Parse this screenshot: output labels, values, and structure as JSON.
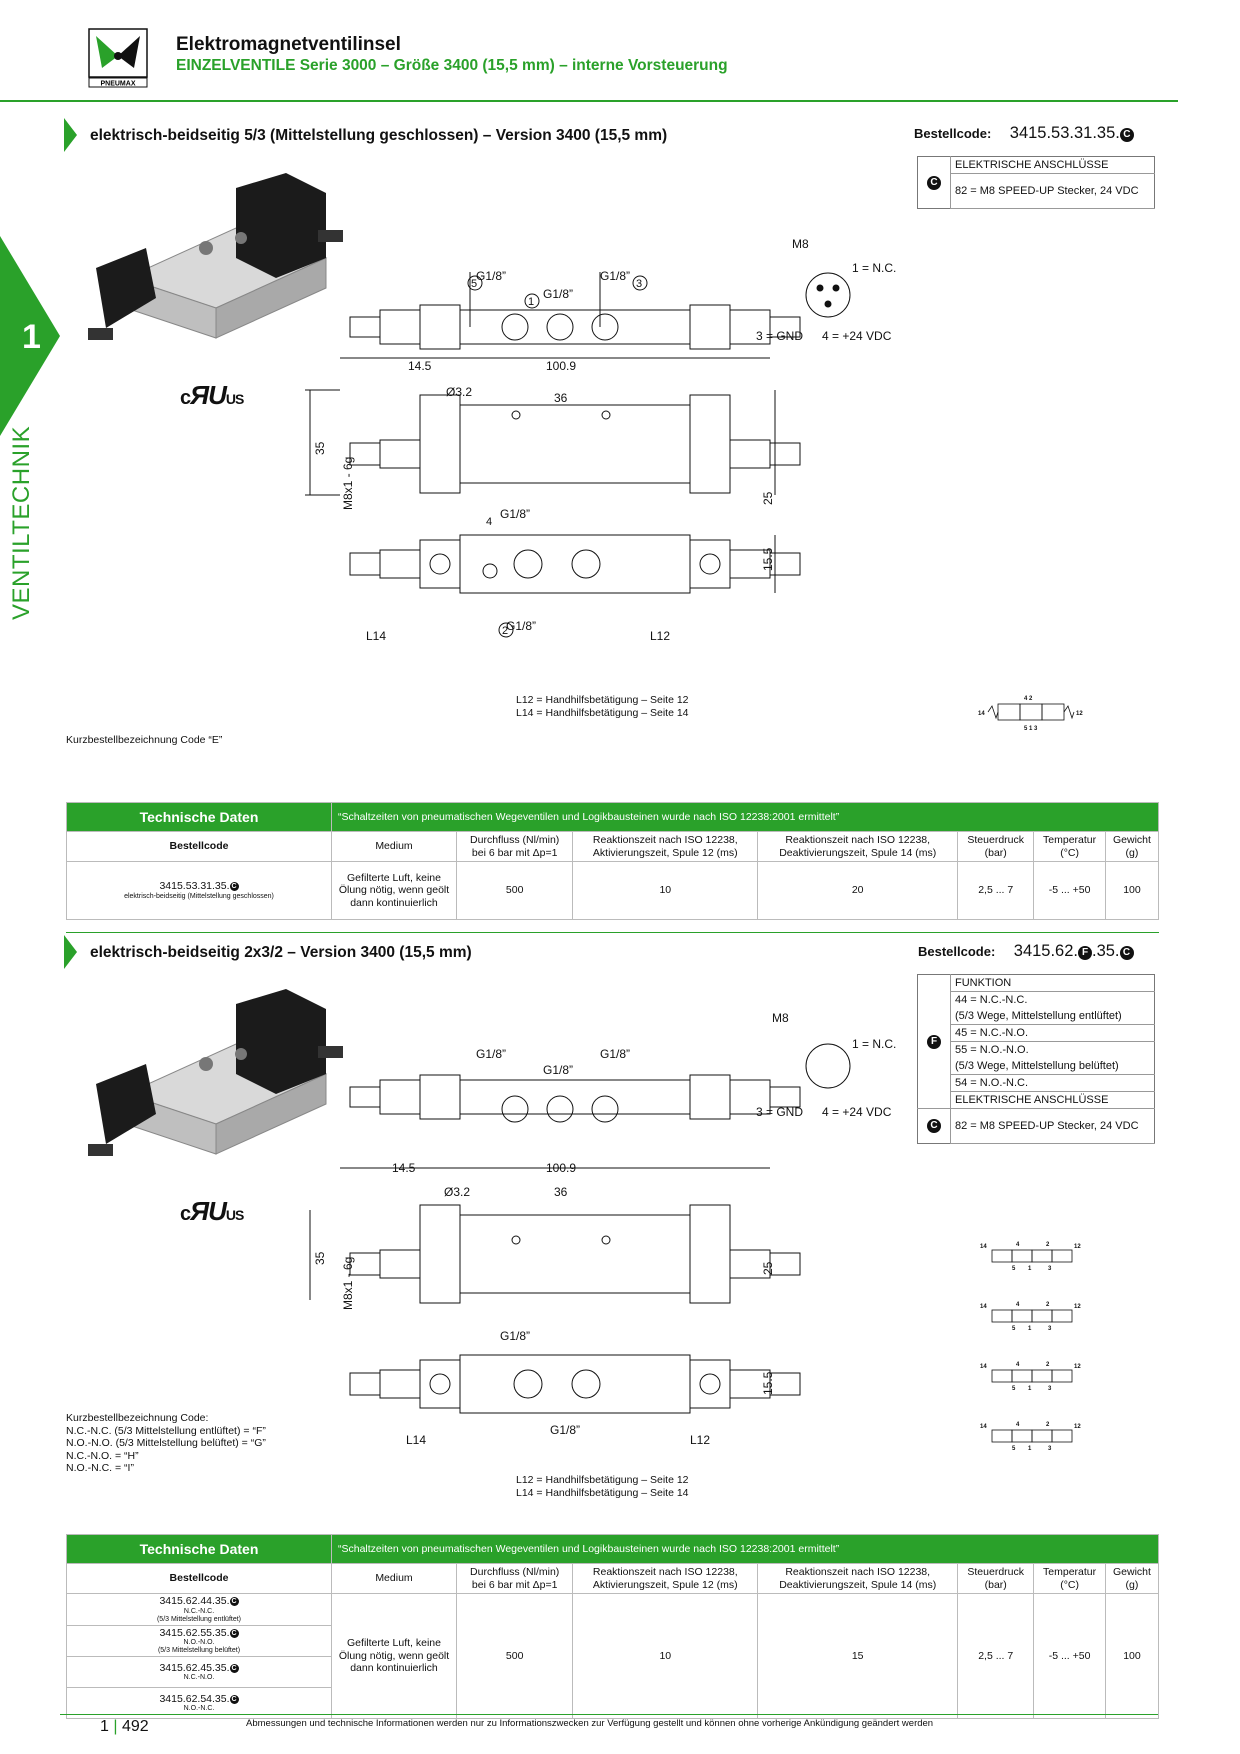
{
  "header": {
    "title": "Elektromagnetventilinsel",
    "subtitle": "EINZELVENTILE Serie 3000 – Größe 3400 (15,5 mm) – interne Vorsteuerung",
    "logo_text": "PNEUMAX"
  },
  "sidebar": {
    "chapter": "1",
    "label": "VENTILTECHNIK"
  },
  "colors": {
    "accent": "#2aa12a"
  },
  "section1": {
    "title": "elektrisch-beidseitig 5/3 (Mittelstellung geschlossen) – Version 3400 (15,5 mm)",
    "bestell_label": "Bestellcode:",
    "bestell_code": "3415.53.31.35.",
    "code_badge": "C",
    "codebox": {
      "c_header": "ELEKTRISCHE ANSCHLÜSSE",
      "c_value": "82 = M8 SPEED-UP Stecker, 24 VDC"
    },
    "cert": "c RU US",
    "connector": {
      "m8": "M8",
      "pin1": "1 = N.C.",
      "pin3": "3 = GND",
      "pin4": "4 = +24 VDC"
    },
    "ports": {
      "p5": "5",
      "p1": "1",
      "p3": "3",
      "p4": "4",
      "p2": "2",
      "g18": "G1/8”"
    },
    "dims": {
      "d145": "14.5",
      "d1009": "100.9",
      "d36": "36",
      "d32": "Ø3.2",
      "d35": "35",
      "m8": "M8x1 - 6g",
      "d25": "25",
      "d155": "15.5"
    },
    "l12": "L12",
    "l14": "L14",
    "legend": [
      "L12 = Handhilfsbetätigung – Seite 12",
      "L14 = Handhilfsbetätigung – Seite 14"
    ],
    "short_code": "Kurzbestellbezeichnung Code “E”",
    "symbol_labels": {
      "top": "4 2",
      "left": "14",
      "right": "12",
      "bottom": "5 1 3"
    }
  },
  "table1": {
    "title": "Technische Daten",
    "note": "“Schaltzeiten von pneumatischen Wegeventilen und Logikbausteinen wurde nach ISO 12238:2001 ermittelt”",
    "headers": [
      "Bestellcode",
      "Medium",
      "Durchfluss (Nl/min)\nbei 6 bar mit Δp=1",
      "Reaktionszeit nach ISO 12238,\nAktivierungszeit, Spule 12 (ms)",
      "Reaktionszeit nach ISO 12238,\nDeaktivierungszeit, Spule 14 (ms)",
      "Steuerdruck\n(bar)",
      "Temperatur\n(°C)",
      "Gewicht\n(g)"
    ],
    "row": {
      "code": "3415.53.31.35.",
      "code_sub": "elektrisch-beidseitig (Mittelstellung geschlossen)",
      "medium": "Gefilterte Luft, keine Ölung nötig, wenn geölt dann kontinuierlich",
      "flow": "500",
      "act": "10",
      "deact": "20",
      "pressure": "2,5 ... 7",
      "temp": "-5 ... +50",
      "weight": "100"
    }
  },
  "section2": {
    "title": "elektrisch-beidseitig 2x3/2 – Version 3400 (15,5 mm)",
    "bestell_label": "Bestellcode:",
    "bestell_code_a": "3415.62.",
    "badge_f": "F",
    "bestell_code_b": ".35.",
    "badge_c": "C",
    "codebox": {
      "f_header": "FUNKTION",
      "f_items": [
        "44 = N.C.-N.C.",
        "(5/3 Wege, Mittelstellung entlüftet)",
        "45 = N.C.-N.O.",
        "55 = N.O.-N.O.",
        "(5/3 Wege, Mittelstellung belüftet)",
        "54 = N.O.-N.C."
      ],
      "c_header": "ELEKTRISCHE ANSCHLÜSSE",
      "c_value": "82 = M8 SPEED-UP Stecker, 24 VDC"
    },
    "short_code": [
      "Kurzbestellbezeichnung Code:",
      "N.C.-N.C. (5/3 Mittelstellung entlüftet) = “F”",
      "N.O.-N.O. (5/3 Mittelstellung belüftet) = “G”",
      "N.C.-N.O. = “H”",
      "N.O.-N.C. = “I”"
    ],
    "legend": [
      "L12 = Handhilfsbetätigung – Seite 12",
      "L14 = Handhilfsbetätigung – Seite 14"
    ],
    "symbol_labels": {
      "p14": "14",
      "p4": "4",
      "p2": "2",
      "p12": "12",
      "p5": "5",
      "p1": "1",
      "p3": "3"
    }
  },
  "table2": {
    "title": "Technische Daten",
    "note": "“Schaltzeiten von pneumatischen Wegeventilen und Logikbausteinen wurde nach ISO 12238:2001 ermittelt”",
    "rows": [
      {
        "code": "3415.62.44.35.",
        "sub": "N.C.-N.C.\n(5/3 Mittelstellung entlüftet)"
      },
      {
        "code": "3415.62.55.35.",
        "sub": "N.O.-N.O.\n(5/3 Mittelstellung belüftet)"
      },
      {
        "code": "3415.62.45.35.",
        "sub": "N.C.-N.O."
      },
      {
        "code": "3415.62.54.35.",
        "sub": "N.O.-N.C."
      }
    ],
    "medium": "Gefilterte Luft, keine Ölung nötig, wenn geölt dann kontinuierlich",
    "flow": "500",
    "act": "10",
    "deact": "15",
    "pressure": "2,5 ... 7",
    "temp": "-5 ... +50",
    "weight": "100"
  },
  "footer": {
    "chapter": "1",
    "page": "492",
    "disclaimer": "Abmessungen und technische Informationen werden nur zu Informationszwecken zur Verfügung gestellt und können ohne vorherige Ankündigung geändert werden"
  }
}
